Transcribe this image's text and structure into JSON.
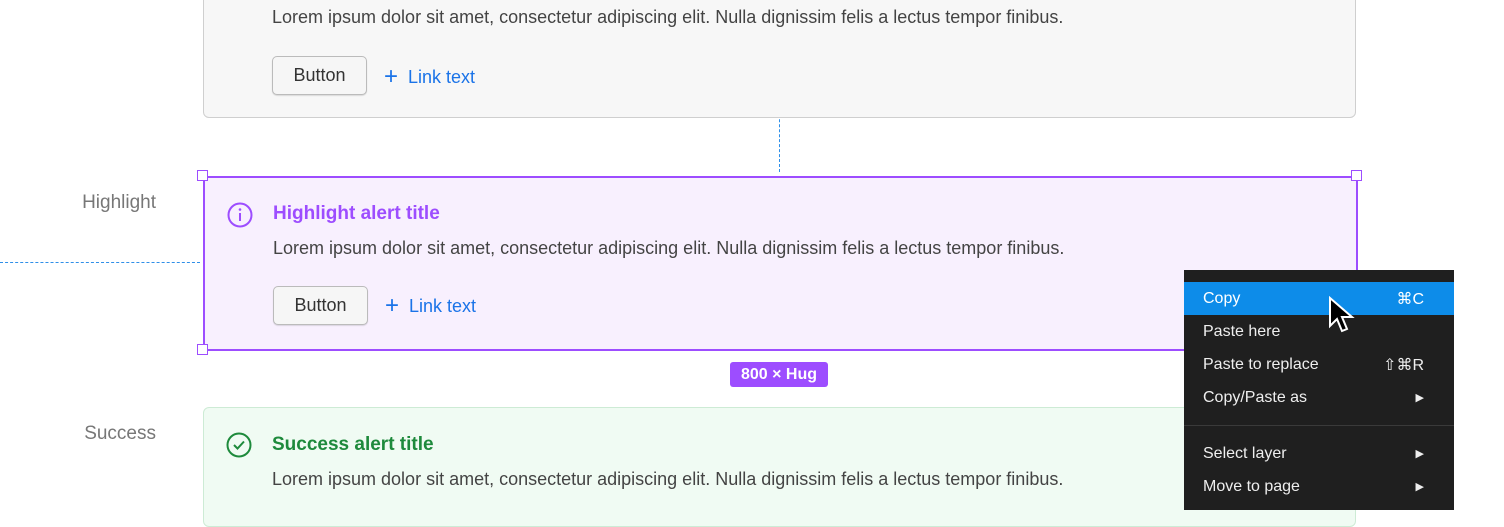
{
  "alerts": {
    "default": {
      "body": "Lorem ipsum dolor sit amet, consectetur adipiscing elit. Nulla dignissim felis a lectus tempor finibus.",
      "button": "Button",
      "link": "Link text"
    },
    "highlight": {
      "label": "Highlight",
      "title": "Highlight alert title",
      "body": "Lorem ipsum dolor sit amet, consectetur adipiscing elit. Nulla dignissim felis a lectus tempor finibus.",
      "button": "Button",
      "link": "Link text",
      "color": "#9d4dff"
    },
    "success": {
      "label": "Success",
      "title": "Success alert title",
      "body": "Lorem ipsum dolor sit amet, consectetur adipiscing elit. Nulla dignissim felis a lectus tempor finibus.",
      "color": "#1e8a3c"
    }
  },
  "selection": {
    "size_badge": "800 × Hug"
  },
  "context_menu": {
    "items": [
      {
        "label": "Copy",
        "shortcut": "⌘C",
        "active": true
      },
      {
        "label": "Paste here",
        "shortcut": ""
      },
      {
        "label": "Paste to replace",
        "shortcut": "⇧⌘R"
      },
      {
        "label": "Copy/Paste as",
        "submenu": true
      },
      {
        "label": "Select layer",
        "submenu": true
      },
      {
        "label": "Move to page",
        "submenu": true
      }
    ],
    "submenu_glyph": "▶",
    "highlight_color": "#0d8ce9"
  }
}
